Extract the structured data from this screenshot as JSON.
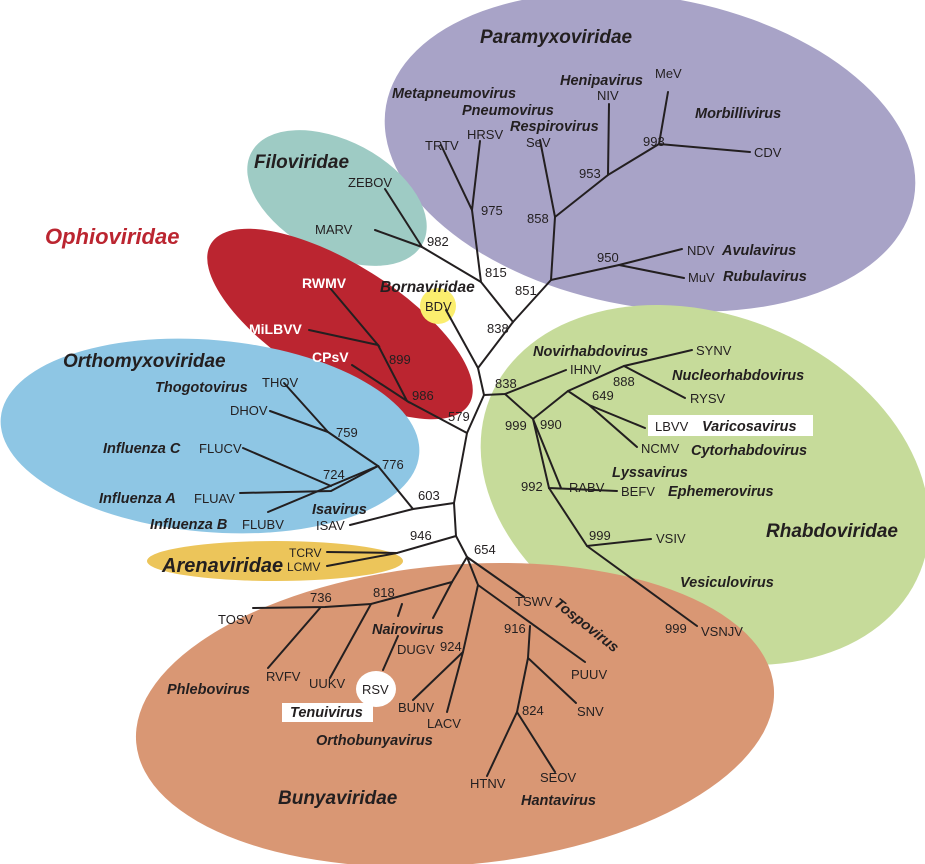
{
  "colors": {
    "paramyxoviridae": "#a8a3c7",
    "filoviridae": "#9ecbc4",
    "ophioviridae": "#bb2530",
    "ophioviridae_label": "#bb2530",
    "orthomyxoviridae": "#8ec6e4",
    "rhabdoviridae": "#c6db9a",
    "bunyaviridae": "#d99774",
    "arenaviridae": "#ecc55a",
    "bornaviridae": "#fbee6e",
    "highlight_box": "#ffffff",
    "branch": "#231f20"
  },
  "families": {
    "paramyxoviridae": "Paramyxoviridae",
    "filoviridae": "Filoviridae",
    "ophioviridae": "Ophioviridae",
    "orthomyxoviridae": "Orthomyxoviridae",
    "bornaviridae": "Bornaviridae",
    "rhabdoviridae": "Rhabdoviridae",
    "arenaviridae": "Arenaviridae",
    "bunyaviridae": "Bunyaviridae"
  },
  "genera": {
    "metapneumovirus": "Metapneumovirus",
    "pneumovirus": "Pneumovirus",
    "respirovirus": "Respirovirus",
    "henipavirus": "Henipavirus",
    "morbillivirus": "Morbillivirus",
    "avulavirus": "Avulavirus",
    "rubulavirus": "Rubulavirus",
    "thogotovirus": "Thogotovirus",
    "influenza_c": "Influenza C",
    "influenza_a": "Influenza A",
    "influenza_b": "Influenza B",
    "isavirus": "Isavirus",
    "novirhabdovirus": "Novirhabdovirus",
    "nucleorhabdovirus": "Nucleorhabdovirus",
    "varicosavirus": "Varicosavirus",
    "cytorhabdovirus": "Cytorhabdovirus",
    "lyssavirus": "Lyssavirus",
    "ephemerovirus": "Ephemerovirus",
    "vesiculovirus": "Vesiculovirus",
    "tospovirus": "Tospovirus",
    "nairovirus": "Nairovirus",
    "phlebovirus": "Phlebovirus",
    "tenuivirus": "Tenuivirus",
    "orthobunyavirus": "Orthobunyavirus",
    "hantavirus": "Hantavirus"
  },
  "leaves": {
    "mev": "MeV",
    "niv": "NIV",
    "cdv": "CDV",
    "sev": "SeV",
    "hrsv": "HRSV",
    "trtv": "TRTV",
    "ndv": "NDV",
    "muv": "MuV",
    "zebov": "ZEBOV",
    "marv": "MARV",
    "bdv": "BDV",
    "rwmv": "RWMV",
    "milbvv": "MiLBVV",
    "cpsv": "CPsV",
    "thov": "THOV",
    "dhov": "DHOV",
    "flucv": "FLUCV",
    "fluav": "FLUAV",
    "flubv": "FLUBV",
    "isav": "ISAV",
    "tcrv": "TCRV",
    "lcmv": "LCMV",
    "ihnv": "IHNV",
    "synv": "SYNV",
    "rysv": "RYSV",
    "lbvv": "LBVV",
    "ncmv": "NCMV",
    "rabv": "RABV",
    "befv": "BEFV",
    "vsiv": "VSIV",
    "vsnjv": "VSNJV",
    "tosv": "TOSV",
    "rvfv": "RVFV",
    "uukv": "UUKV",
    "rsv": "RSV",
    "dugv": "DUGV",
    "bunv": "BUNV",
    "lacv": "LACV",
    "tswv": "TSWV",
    "puuv": "PUUV",
    "snv": "SNV",
    "htnv": "HTNV",
    "seov": "SEOV"
  },
  "bootstrap": {
    "b993": "993",
    "b953": "953",
    "b858": "858",
    "b975": "975",
    "b950": "950",
    "b851": "851",
    "b815": "815",
    "b982": "982",
    "b838_top": "838",
    "b899": "899",
    "b986": "986",
    "b579": "579",
    "b759": "759",
    "b776": "776",
    "b724": "724",
    "b603": "603",
    "b946": "946",
    "b838_rh": "838",
    "b888": "888",
    "b649": "649",
    "b999_rh": "999",
    "b990": "990",
    "b992": "992",
    "b999_vsiv": "999",
    "b999_vsnjv": "999",
    "b654": "654",
    "b736": "736",
    "b818": "818",
    "b924": "924",
    "b916": "916",
    "b824": "824"
  }
}
